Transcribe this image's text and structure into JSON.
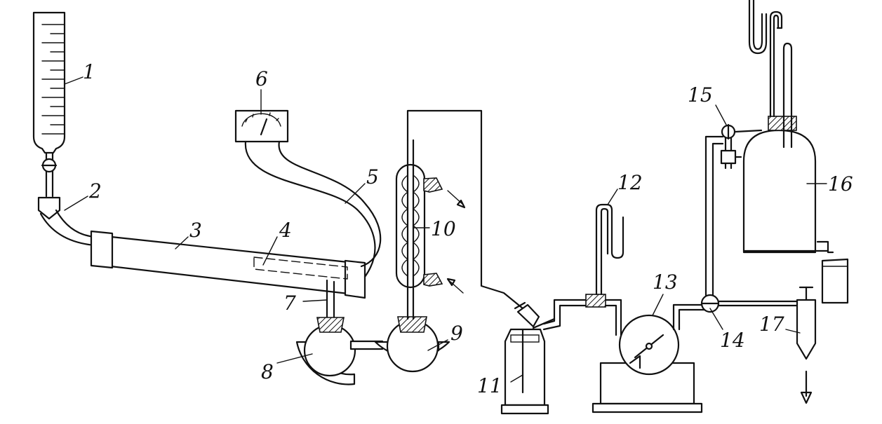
{
  "labels": {
    "burette": "1",
    "rubber_tube": "2",
    "tube_furnace": "3",
    "catalyst_bed": "4",
    "thermocouple_leads": "5",
    "galvanometer": "6",
    "side_tube": "7",
    "receiver_flask": "8",
    "second_flask": "9",
    "reflux_condenser": "10",
    "wash_bottle": "11",
    "manometer": "12",
    "gas_meter": "13",
    "three_way_stopcock": "14",
    "stopcock": "15",
    "gasometer": "16",
    "sampling_vessel": "17"
  }
}
